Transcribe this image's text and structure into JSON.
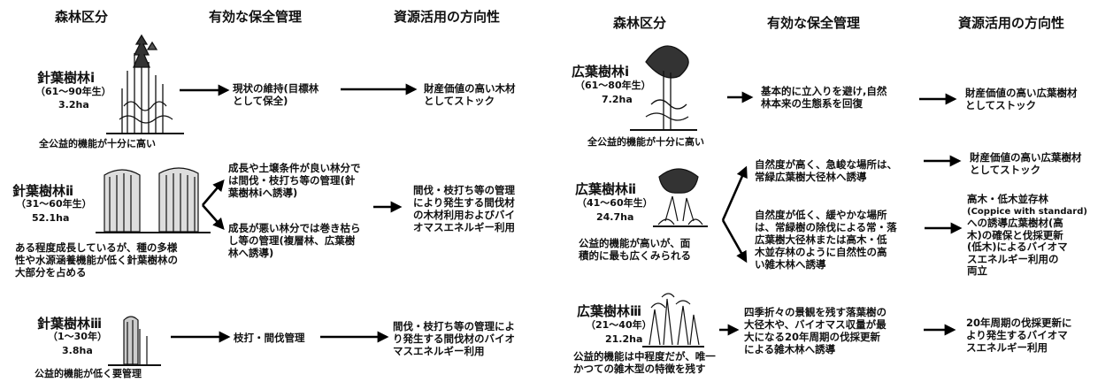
{
  "headers": {
    "left": [
      "森林区分",
      "有効な保全管理",
      "資源活用の方向性"
    ],
    "right": [
      "森林区分",
      "有効な保全管理",
      "資源活用の方向性"
    ]
  },
  "conifer": [
    {
      "name": "針葉樹林ⅰ",
      "age": "（61～90年生）",
      "area": "3.2ha",
      "caption": [
        "全公益的機能が十分に高い"
      ],
      "management": [
        "現状の維持(目標林",
        "として保全)"
      ],
      "utilization": [
        "財産価値の高い木材",
        "としてストック"
      ]
    },
    {
      "name": "針葉樹林ⅱ",
      "age": "（31～60年生）",
      "area": "52.1ha",
      "caption": [
        "ある程度成長しているが、種の多様",
        "性や水源涵養機能が低く針葉樹林の",
        "大部分を占める"
      ],
      "management_a": [
        "成長や土壌条件が良い林分で",
        "は間伐・枝打ち等の管理(針",
        "葉樹林ⅰへ誘導)"
      ],
      "management_b": [
        "成長が悪い林分では巻き枯ら",
        "し等の管理(複層林、広葉樹",
        "林へ誘導)"
      ],
      "utilization": [
        "間伐・枝打ち等の管理",
        "により発生する間伐材",
        "の木材利用およびバイ",
        "オマスエネルギー利用"
      ]
    },
    {
      "name": "針葉樹林ⅲ",
      "age": "（1～30年）",
      "area": "3.8ha",
      "caption": [
        "公益的機能が低く要管理"
      ],
      "management": [
        "枝打・間伐管理"
      ],
      "utilization": [
        "間伐・枝打ち等の管理によ",
        "り発生する間伐材のバイオ",
        "マスエネルギー利用"
      ]
    }
  ],
  "broadleaf": [
    {
      "name": "広葉樹林ⅰ",
      "age": "（61～80年生）",
      "area": "7.2ha",
      "caption": [
        "全公益的機能が十分に高い"
      ],
      "management": [
        "基本的に立入りを避け,自然",
        "林本来の生態系を回復"
      ],
      "utilization": [
        "財産価値の高い広葉樹材",
        "としてストック"
      ]
    },
    {
      "name": "広葉樹林ⅱ",
      "age": "（41～60年生）",
      "area": "24.7ha",
      "caption": [
        "公益的機能が高いが、面",
        "積的に最も広くみられる"
      ],
      "management_a": [
        "自然度が高く、急峻な場所は、",
        "常緑広葉樹大径林へ誘導"
      ],
      "management_b": [
        "自然度が低く、緩やかな場所",
        "は、常緑樹の除伐による常・落",
        "広葉樹大径林または高木・低",
        "木並存林のように自然性の高",
        "い雑木林へ誘導"
      ],
      "utilization_a": [
        "財産価値の高い広葉樹材",
        "としてストック"
      ],
      "utilization_b": [
        "高木・低木並存林",
        "(Coppice with standard)",
        "への誘導広葉樹材(高",
        "木)の確保と伐採更新",
        "(低木)によるバイオマ",
        "スエネルギー利用の",
        "両立"
      ]
    },
    {
      "name": "広葉樹林ⅲ",
      "age": "（21～40年）",
      "area": "21.2ha",
      "caption": [
        "公益的機能は中程度だが、唯一",
        "かつての雑木型の特徴を残す"
      ],
      "management": [
        "四季折々の景観を残す落葉樹の",
        "大径木や、バイオマス収量が最",
        "大になる20年周期の伐採更新",
        "による雑木林へ誘導"
      ],
      "utilization": [
        "20年周期の伐採更新に",
        "より発生するバイオマ",
        "スエネルギー利用"
      ]
    }
  ]
}
